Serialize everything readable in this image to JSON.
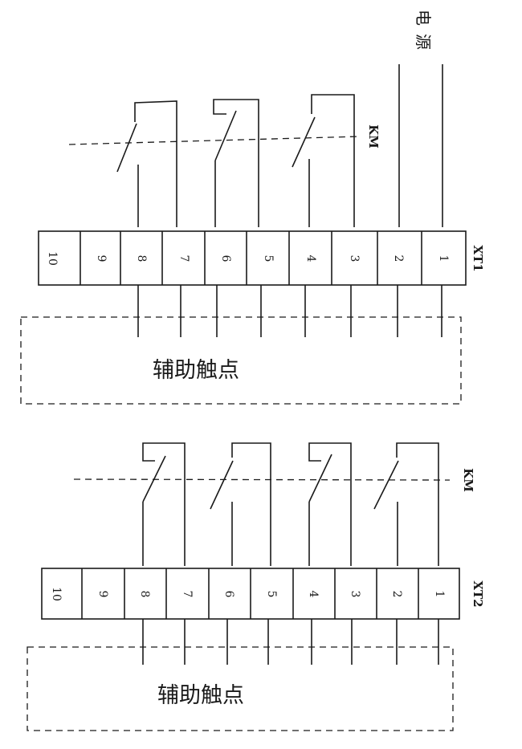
{
  "power_label_chars": [
    "电",
    "源"
  ],
  "blocks": [
    {
      "terminal_label": "XT1",
      "km_label": "KM",
      "aux_label": "辅助触点",
      "terminals": [
        "10",
        "9",
        "8",
        "7",
        "6",
        "5",
        "4",
        "3",
        "2",
        "1"
      ]
    },
    {
      "terminal_label": "XT2",
      "km_label": "KM",
      "aux_label": "辅助触点",
      "terminals": [
        "10",
        "9",
        "8",
        "7",
        "6",
        "5",
        "4",
        "3",
        "2",
        "1"
      ]
    }
  ]
}
